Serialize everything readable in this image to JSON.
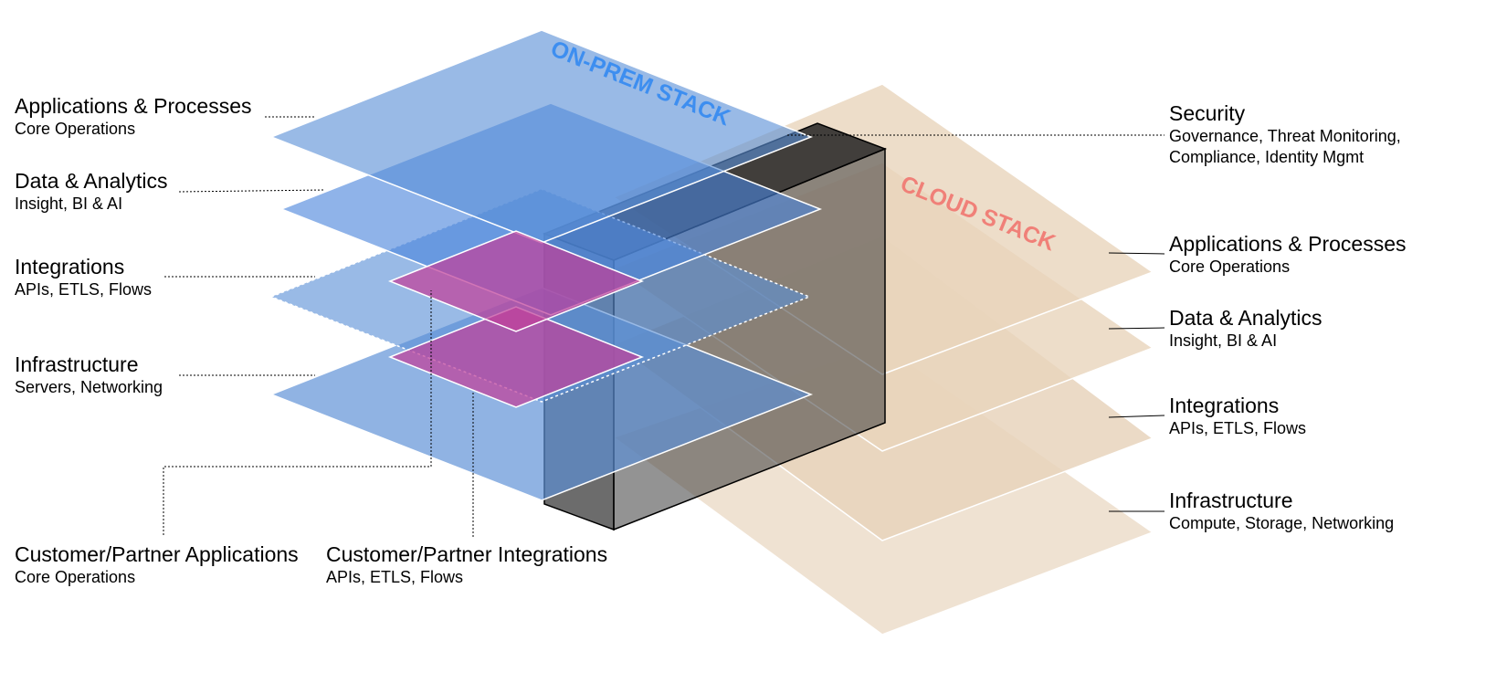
{
  "stacks": {
    "on_prem": {
      "title": "ON-PREM STACK",
      "color": "#3d8ef0"
    },
    "cloud": {
      "title": "CLOUD STACK",
      "color": "#f08078"
    }
  },
  "on_prem_layers": [
    {
      "title": "Applications & Processes",
      "subtitle": "Core Operations"
    },
    {
      "title": "Data & Analytics",
      "subtitle": "Insight, BI & AI"
    },
    {
      "title": "Integrations",
      "subtitle": "APIs, ETLS, Flows"
    },
    {
      "title": "Infrastructure",
      "subtitle": "Servers, Networking"
    }
  ],
  "cloud_layers": [
    {
      "title": "Applications & Processes",
      "subtitle": "Core Operations"
    },
    {
      "title": "Data & Analytics",
      "subtitle": "Insight, BI & AI"
    },
    {
      "title": "Integrations",
      "subtitle": "APIs, ETLS, Flows"
    },
    {
      "title": "Infrastructure",
      "subtitle": "Compute, Storage, Networking"
    }
  ],
  "security": {
    "title": "Security",
    "subtitle_line1": "Governance, Threat Monitoring,",
    "subtitle_line2": "Compliance, Identity Mgmt"
  },
  "customer": {
    "applications": {
      "title": "Customer/Partner Applications",
      "subtitle": "Core Operations"
    },
    "integrations": {
      "title": "Customer/Partner Integrations",
      "subtitle": "APIs, ETLS, Flows"
    }
  },
  "colors": {
    "on_prem_plane": "#5b8fd6",
    "cloud_plane": "#e8d4bc",
    "customer_plane": "#c0409a",
    "security_wall": "#1e1e1e"
  }
}
